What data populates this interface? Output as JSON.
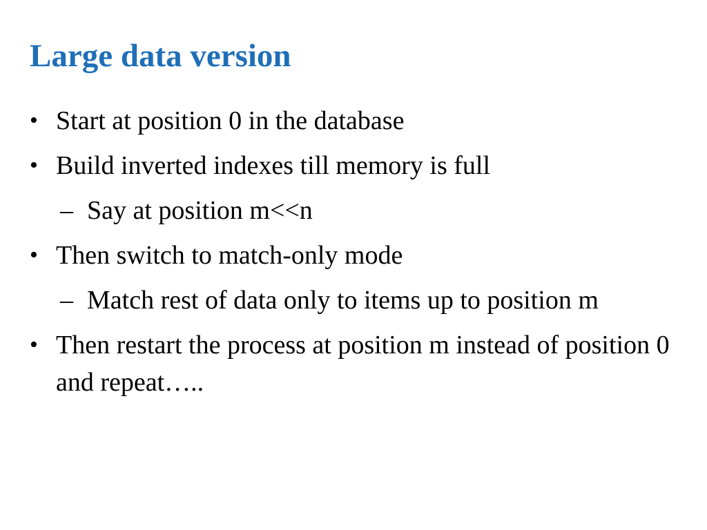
{
  "slide": {
    "title": "Large data version",
    "bullets": [
      {
        "level": 1,
        "marker": "•",
        "text": "Start at position 0 in the database"
      },
      {
        "level": 1,
        "marker": "•",
        "text": "Build inverted indexes till memory is full"
      },
      {
        "level": 2,
        "marker": "–",
        "text": "Say at position m<<n"
      },
      {
        "level": 1,
        "marker": "•",
        "text": "Then switch to match-only mode"
      },
      {
        "level": 2,
        "marker": "–",
        "text": "Match rest of data only to items up to position m"
      },
      {
        "level": 1,
        "marker": "•",
        "text": "Then restart the process at position m instead of position 0 and repeat….."
      }
    ]
  },
  "colors": {
    "title": "#1f6fb8",
    "body_text": "#000000",
    "background": "#ffffff"
  }
}
